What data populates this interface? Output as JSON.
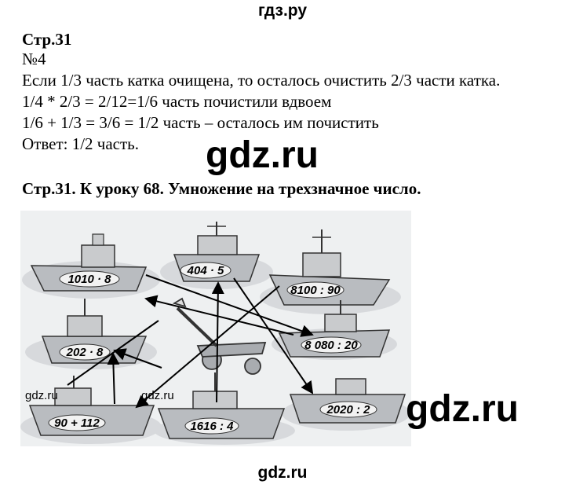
{
  "watermarks": {
    "top": "гдз.ру",
    "center": "gdz.ru",
    "right": "gdz.ru",
    "bottom": "gdz.ru",
    "small_left": "gdz.ru",
    "small_mid": "gdz.ru"
  },
  "solution": {
    "page": "Стр.31",
    "task": "№4",
    "lines": [
      "Если 1/3 часть катка очищена, то осталось очистить 2/3 части катка.",
      "1/4 * 2/3 = 2/12=1/6 часть почистили вдвоем",
      "1/6 + 1/3 = 3/6 = 1/2 часть – осталось им почистить",
      "Ответ: 1/2 часть."
    ]
  },
  "lesson": {
    "heading": "Стр.31. К  уроку 68. Умножение на трехзначное число."
  },
  "ships": [
    {
      "expr": "1010 · 8"
    },
    {
      "expr": "404 · 5"
    },
    {
      "expr": "8100 : 90"
    },
    {
      "expr": "202 · 8"
    },
    {
      "expr": "8 080 : 20"
    },
    {
      "expr": "90 + 112"
    },
    {
      "expr": "1616 : 4"
    },
    {
      "expr": "2020 : 2"
    }
  ],
  "colors": {
    "text": "#000000",
    "water": "#d7d9dc",
    "hull": "#b9bcc0"
  }
}
